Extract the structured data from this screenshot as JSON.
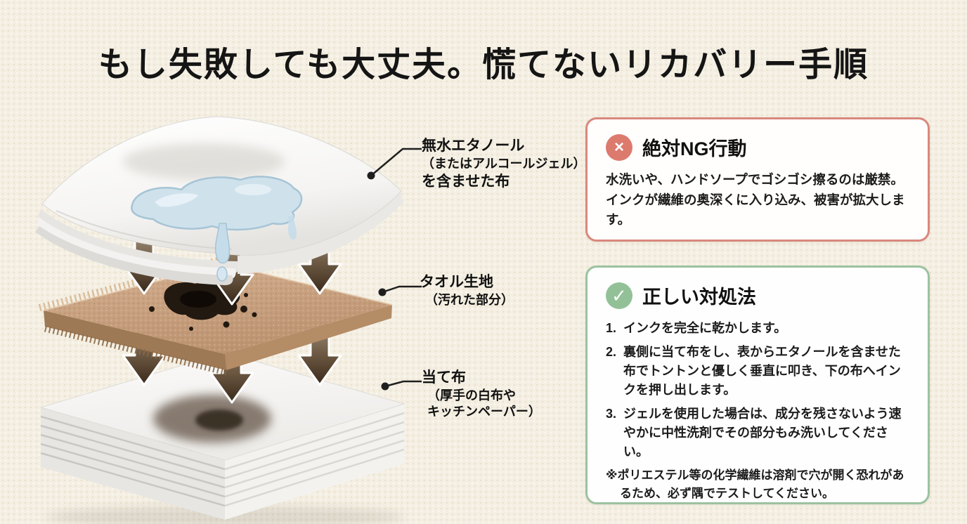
{
  "title": "もし失敗しても大丈夫。慌てないリカバリー手順",
  "diagram": {
    "labels": [
      {
        "lines": [
          "無水エタノール",
          "（またはアルコールジェル）",
          "を含ませた布"
        ]
      },
      {
        "lines": [
          "タオル生地",
          "（汚れた部分）"
        ]
      },
      {
        "lines": [
          "当て布",
          "（厚手の白布や",
          "キッチンペーパー）"
        ]
      }
    ]
  },
  "panels": {
    "ng": {
      "icon": {
        "name": "x-circle-icon",
        "glyph": "×"
      },
      "title": "絶対NG行動",
      "body": "水洗いや、ハンドソープでゴシゴシ擦るのは厳禁。インクが繊維の奥深くに入り込み、被害が拡大します。"
    },
    "ok": {
      "icon": {
        "name": "check-circle-icon",
        "glyph": "✓"
      },
      "title": "正しい対処法",
      "steps": [
        {
          "num": "1.",
          "text": "インクを完全に乾かします。"
        },
        {
          "num": "2.",
          "text": "裏側に当て布をし、表からエタノールを含ませた布でトントンと優しく垂直に叩き、下の布へインクを押し出します。"
        },
        {
          "num": "3.",
          "text": "ジェルを使用した場合は、成分を残さないよう速やかに中性洗剤でその部分もみ洗いしてください。"
        }
      ],
      "note": {
        "num": "※",
        "text": "ポリエステル等の化学繊維は溶剤で穴が開く恐れがあるため、必ず隅でテストしてください。"
      }
    }
  },
  "colors": {
    "background": "#f4efe2",
    "ng_border": "#d9887d",
    "ng_icon": "#dc7a6e",
    "ok_border": "#9cc2a0",
    "ok_icon": "#93c197",
    "towel": "#c9a384",
    "arrow_dark": "#3a2a1b",
    "ethanol_puddle": "#cfe2ec"
  }
}
